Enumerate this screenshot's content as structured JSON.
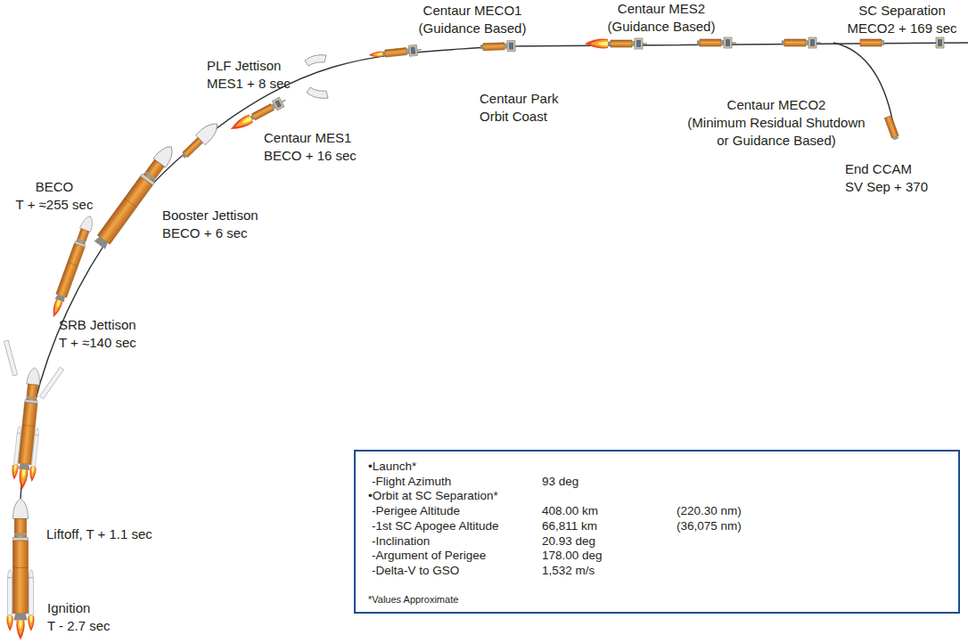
{
  "diagram": {
    "nodes": [
      {
        "text": [
          "•Launch*",
          "-Flight Azimuth",
          "93 deg",
          "•Orbit at SC Separation*",
          "-Perigee Altitude",
          "408.00 km",
          "(220.30 nm)",
          "-1st SC Apogee Altitude",
          "66,811 km",
          "(36,075 nm)",
          "-Inclination",
          "20.93 deg",
          "-Argument of Perigee",
          "178.00 deg",
          "-Delta-V to GSO",
          "1,532 m/s",
          "*Values Approximate"
        ]
      }
    ],
    "labels": [
      "Ignition T - 2.7 sec",
      "Liftoff, T + 1.1 sec",
      "SRB Jettison T + ≈140 sec",
      "BECO T + ≈255 sec",
      "Booster Jettison BECO + 6 sec",
      "Centaur MES1 BECO + 16 sec",
      "PLF Jettison MES1 + 8 sec",
      "Centaur MECO1 (Guidance Based)",
      "Centaur Park Orbit Coast",
      "Centaur MES2 (Guidance Based)",
      "Centaur MECO2 (Minimum Residual Shutdown or Guidance Based)",
      "SC Separation MECO2 + 169 sec",
      "End CCAM SV Sep + 370"
    ]
  }
}
